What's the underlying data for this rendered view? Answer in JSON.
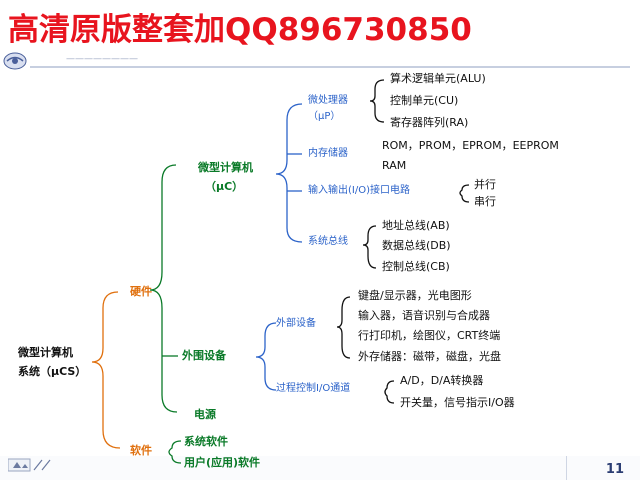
{
  "banner": {
    "text": "高清原版整套加QQ896730850"
  },
  "header": {
    "subtitle": "————————"
  },
  "root": {
    "line1": "微型计算机",
    "line2": "系统（μCS）"
  },
  "hardware": {
    "label": "硬件"
  },
  "microcomputer": {
    "line1": "微型计算机",
    "line2": "（μC）"
  },
  "microprocessor": {
    "line1": "微处理器",
    "line2": "（μP）",
    "items": [
      "算术逻辑单元(ALU)",
      "控制单元(CU)",
      "寄存器阵列(RA)"
    ]
  },
  "memory": {
    "label": "内存储器",
    "line1": "ROM，PROM，EPROM，EEPROM",
    "line2": "RAM"
  },
  "io": {
    "label": "输入输出(I/O)接口电路",
    "items": [
      "并行",
      "串行"
    ]
  },
  "bus": {
    "label": "系统总线",
    "items": [
      "地址总线(AB)",
      "数据总线(DB)",
      "控制总线(CB)"
    ]
  },
  "peripherals": {
    "label": "外围设备"
  },
  "external": {
    "label": "外部设备",
    "items": [
      "键盘/显示器，光电图形",
      "输入器，语音识别与合成器",
      "行打印机，绘图仪，CRT终端",
      "外存储器：磁带，磁盘，光盘"
    ]
  },
  "process": {
    "label": "过程控制I/O通道",
    "items": [
      "A/D，D/A转换器",
      "开关量，信号指示I/O器"
    ]
  },
  "power": {
    "label": "电源"
  },
  "software": {
    "label": "软件",
    "items": [
      "系统软件",
      "用户(应用)软件"
    ]
  },
  "footer": {
    "page": "11"
  },
  "colors": {
    "banner": "#e8141e",
    "green": "#0a7a28",
    "blue": "#2c63c9",
    "orange": "#e0700e"
  }
}
